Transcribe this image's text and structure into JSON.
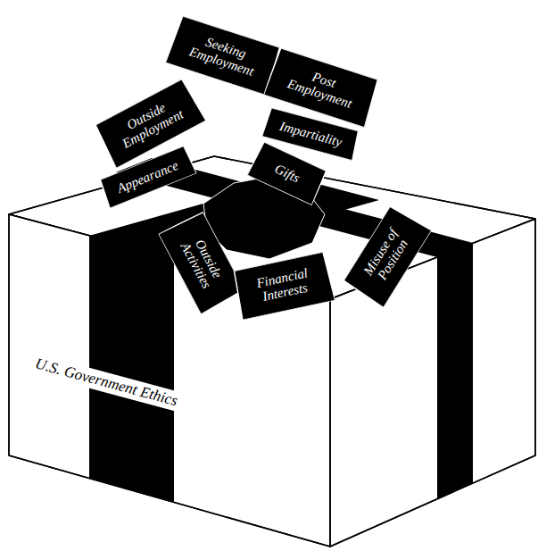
{
  "diagram": {
    "nodes": [
      {
        "text": [
          "Seeking Employment"
        ]
      },
      {
        "text": [
          "Post Employment"
        ]
      },
      {
        "text": [
          "Outside Employment"
        ]
      },
      {
        "text": [
          "Impartiality"
        ]
      },
      {
        "text": [
          "Appearance"
        ]
      },
      {
        "text": [
          "Gifts"
        ]
      },
      {
        "text": [
          "Outside Activities"
        ]
      },
      {
        "text": [
          "Financial Interests"
        ]
      },
      {
        "text": [
          "Misuse of Position"
        ]
      },
      {
        "text": [
          "U.S. Government Ethics"
        ]
      }
    ]
  }
}
